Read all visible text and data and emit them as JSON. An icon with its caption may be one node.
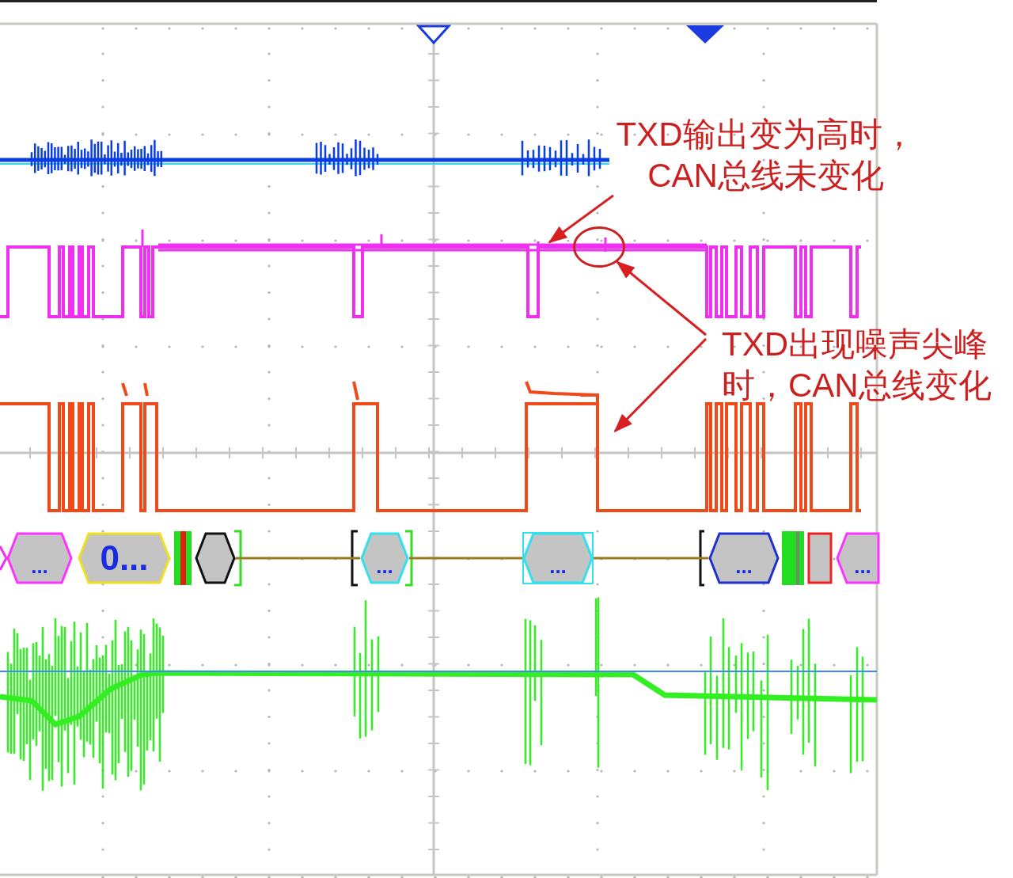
{
  "diagram": {
    "nodes": [
      {
        "text": [
          "..."
        ]
      },
      {
        "text": [
          "0..."
        ]
      },
      {
        "text": [],
        "shape": "hexagon"
      },
      {
        "text": [
          "..."
        ]
      },
      {
        "text": [
          "..."
        ]
      },
      {
        "text": [
          "..."
        ]
      },
      {
        "text": [],
        "shape": "box"
      },
      {
        "text": [
          "..."
        ]
      },
      {
        "text": [
          "TXD输出变为高时，CAN总线未变化"
        ]
      },
      {
        "text": [],
        "shape": "circle"
      },
      {
        "text": [
          "TXD出现噪声尖峰时，CAN总线变化"
        ]
      },
      {
        "text": [],
        "shape": "line"
      },
      {
        "text": [],
        "shape": "line"
      }
    ],
    "edges": [
      {
        "from": 8,
        "to": 11,
        "arrow": "to"
      },
      {
        "from": 10,
        "to": 9,
        "arrow": "to"
      },
      {
        "from": 10,
        "to": 12,
        "arrow": "to"
      },
      {
        "from": 2,
        "to": 3,
        "arrow": "none",
        "color": "#9a7b1e"
      },
      {
        "from": 3,
        "to": 4,
        "arrow": "none",
        "color": "#9a7b1e"
      },
      {
        "from": 4,
        "to": 5,
        "arrow": "none",
        "color": "#9a7b1e"
      }
    ]
  }
}
